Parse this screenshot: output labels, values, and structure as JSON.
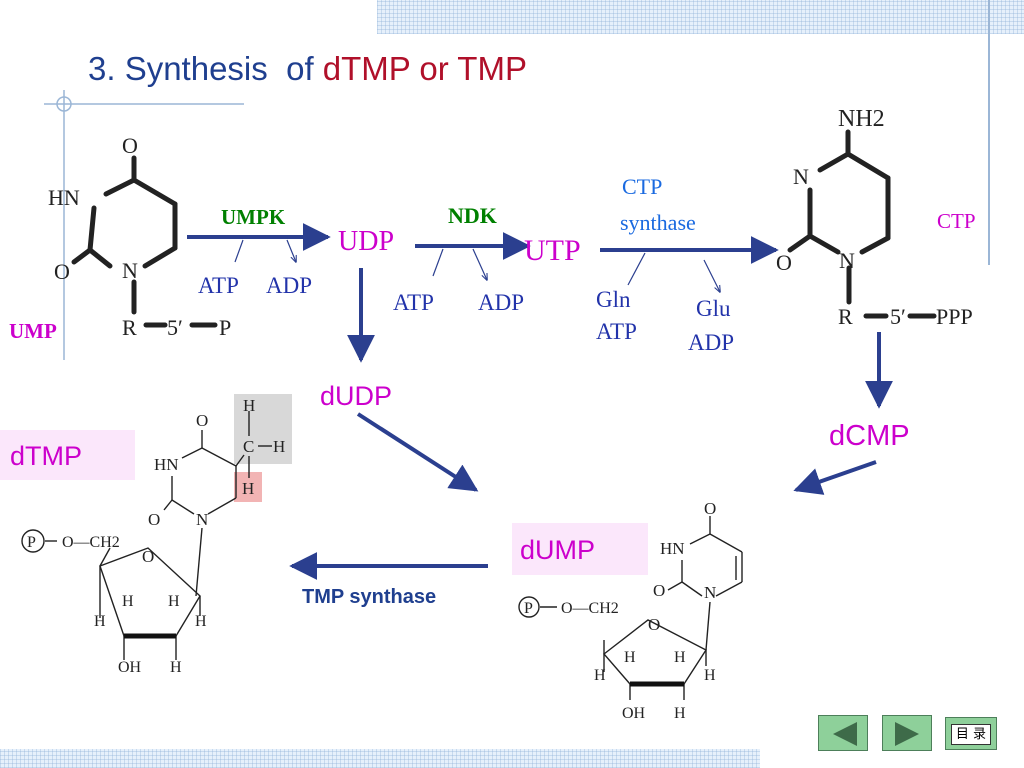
{
  "slide": {
    "title_prefix": "3. Synthesis  of ",
    "title_accent": "dTMP or TMP"
  },
  "molecules": {
    "ump": {
      "label": "UMP",
      "o_top": "O",
      "hn": "HN",
      "o_side": "O",
      "n": "N",
      "r": "R",
      "five": "5′",
      "p": "P"
    },
    "ctp": {
      "label": "CTP",
      "nh2": "NH2",
      "n1": "N",
      "o": "O",
      "n2": "N",
      "r": "R",
      "five": "5′",
      "ppp": "PPP"
    },
    "dtmp": {
      "label": "dTMP",
      "o_top": "O",
      "hn": "HN",
      "o_side": "O",
      "n": "N",
      "h1": "H",
      "c": "C",
      "h2": "H",
      "h3": "H",
      "p": "P",
      "o_ch2": "O—CH2",
      "ring_o": "O",
      "h_a": "H",
      "h_b": "H",
      "h_c": "H",
      "h_d": "H",
      "oh": "OH",
      "h_e": "H"
    },
    "dump": {
      "label": "dUMP",
      "o_top": "O",
      "hn": "HN",
      "o_side": "O",
      "n": "N",
      "p": "P",
      "o_ch2": "O—CH2",
      "ring_o": "O",
      "h_a": "H",
      "h_b": "H",
      "h_c": "H",
      "h_d": "H",
      "oh": "OH",
      "h_e": "H"
    }
  },
  "steps": {
    "umpk": {
      "enzyme": "UMPK",
      "in": "ATP",
      "out": "ADP"
    },
    "udp": "UDP",
    "ndk": {
      "enzyme": "NDK",
      "in": "ATP",
      "out": "ADP"
    },
    "utp": "UTP",
    "ctp_synthase": {
      "enzyme_line1": "CTP",
      "enzyme_line2": "synthase",
      "in1": "Gln",
      "in2": "ATP",
      "out1": "Glu",
      "out2": "ADP"
    },
    "dudp": "dUDP",
    "dcmp": "dCMP",
    "tmp_synthase": "TMP synthase"
  },
  "nav": {
    "prev_icon": "triangle-left-icon",
    "next_icon": "triangle-right-icon",
    "menu_label": "目 录"
  },
  "colors": {
    "title": "#1f3f8f",
    "accent": "#b0102a",
    "magenta": "#cc00cc",
    "green": "#008000",
    "blue": "#2233aa",
    "arrow": "#2b3f8f"
  }
}
